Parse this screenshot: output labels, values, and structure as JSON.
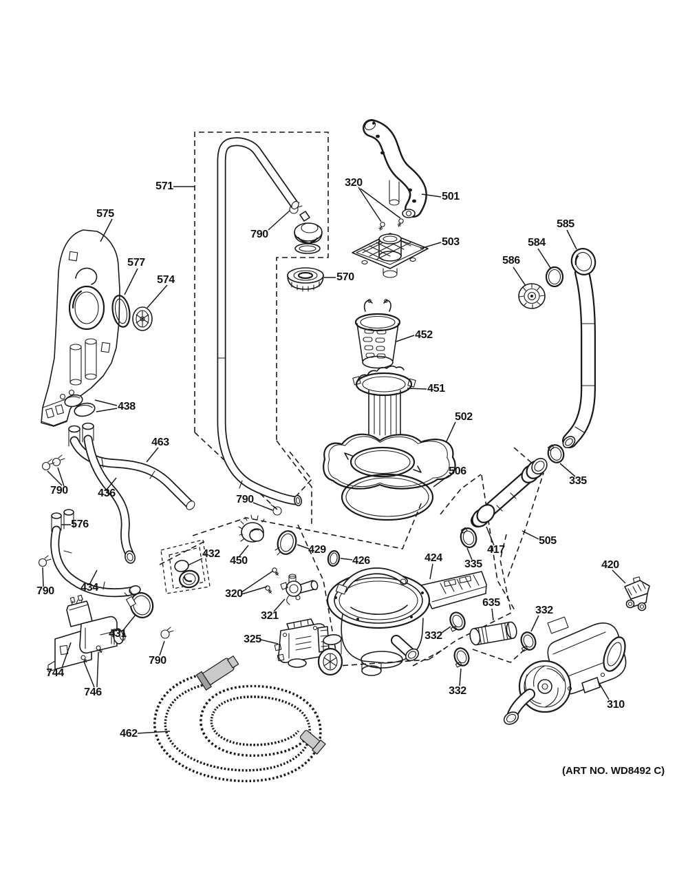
{
  "art_no": "(ART NO. WD8492 C)",
  "colors": {
    "line": "#1a1a1a",
    "background": "#ffffff"
  },
  "labels": [
    {
      "part": "575",
      "text": "575"
    },
    {
      "part": "577",
      "text": "577"
    },
    {
      "part": "574",
      "text": "574"
    },
    {
      "part": "571",
      "text": "571"
    },
    {
      "part": "790",
      "text": "790"
    },
    {
      "part": "320",
      "text": "320"
    },
    {
      "part": "501",
      "text": "501"
    },
    {
      "part": "503",
      "text": "503"
    },
    {
      "part": "585",
      "text": "585"
    },
    {
      "part": "584",
      "text": "584"
    },
    {
      "part": "586",
      "text": "586"
    },
    {
      "part": "570",
      "text": "570"
    },
    {
      "part": "452",
      "text": "452"
    },
    {
      "part": "451",
      "text": "451"
    },
    {
      "part": "502",
      "text": "502"
    },
    {
      "part": "506",
      "text": "506"
    },
    {
      "part": "438",
      "text": "438"
    },
    {
      "part": "463",
      "text": "463"
    },
    {
      "part": "790",
      "text": "790"
    },
    {
      "part": "436",
      "text": "436"
    },
    {
      "part": "790",
      "text": "790"
    },
    {
      "part": "576",
      "text": "576"
    },
    {
      "part": "335",
      "text": "335"
    },
    {
      "part": "790",
      "text": "790"
    },
    {
      "part": "434",
      "text": "434"
    },
    {
      "part": "432",
      "text": "432"
    },
    {
      "part": "450",
      "text": "450"
    },
    {
      "part": "429",
      "text": "429"
    },
    {
      "part": "426",
      "text": "426"
    },
    {
      "part": "424",
      "text": "424"
    },
    {
      "part": "417",
      "text": "417"
    },
    {
      "part": "335",
      "text": "335"
    },
    {
      "part": "505",
      "text": "505"
    },
    {
      "part": "420",
      "text": "420"
    },
    {
      "part": "320",
      "text": "320"
    },
    {
      "part": "321",
      "text": "321"
    },
    {
      "part": "431",
      "text": "431"
    },
    {
      "part": "635",
      "text": "635"
    },
    {
      "part": "332",
      "text": "332"
    },
    {
      "part": "332",
      "text": "332"
    },
    {
      "part": "325",
      "text": "325"
    },
    {
      "part": "790",
      "text": "790"
    },
    {
      "part": "744",
      "text": "744"
    },
    {
      "part": "332",
      "text": "332"
    },
    {
      "part": "746",
      "text": "746"
    },
    {
      "part": "462",
      "text": "462"
    },
    {
      "part": "310",
      "text": "310"
    }
  ]
}
